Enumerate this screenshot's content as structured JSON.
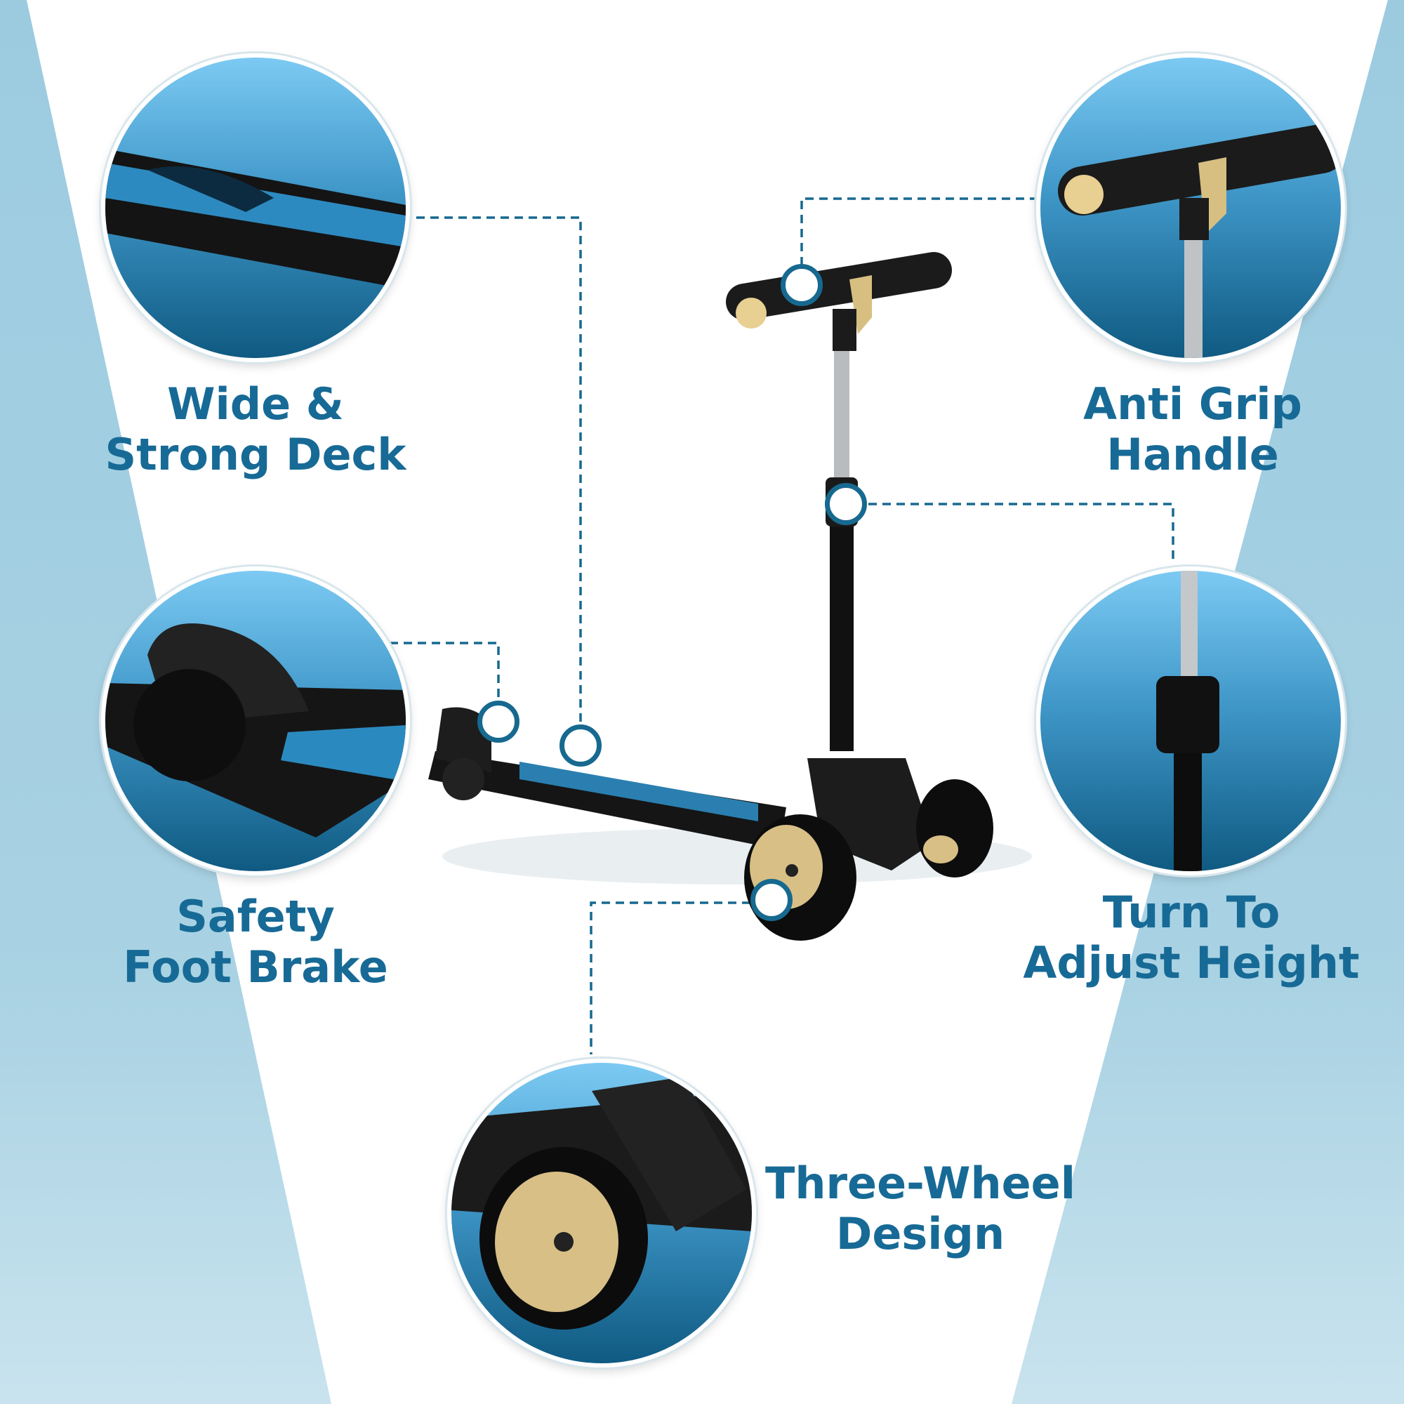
{
  "features": [
    {
      "id": "deck",
      "line1": "Wide &",
      "line2": "Strong Deck",
      "icon": "deck-closeup"
    },
    {
      "id": "handle",
      "line1": "Anti Grip",
      "line2": "Handle",
      "icon": "handle-closeup"
    },
    {
      "id": "brake",
      "line1": "Safety",
      "line2": "Foot Brake",
      "icon": "brake-closeup"
    },
    {
      "id": "height",
      "line1": "Turn To",
      "line2": "Adjust Height",
      "icon": "height-knob-closeup"
    },
    {
      "id": "wheels",
      "line1": "Three-Wheel",
      "line2": "Design",
      "icon": "wheel-closeup"
    }
  ],
  "colors": {
    "accent": "#176a96",
    "background": "#a6d0e1",
    "circle_top": "#7ccaf3",
    "circle_bottom": "#0f5a82",
    "wheel_gold": "#d8bf86"
  }
}
